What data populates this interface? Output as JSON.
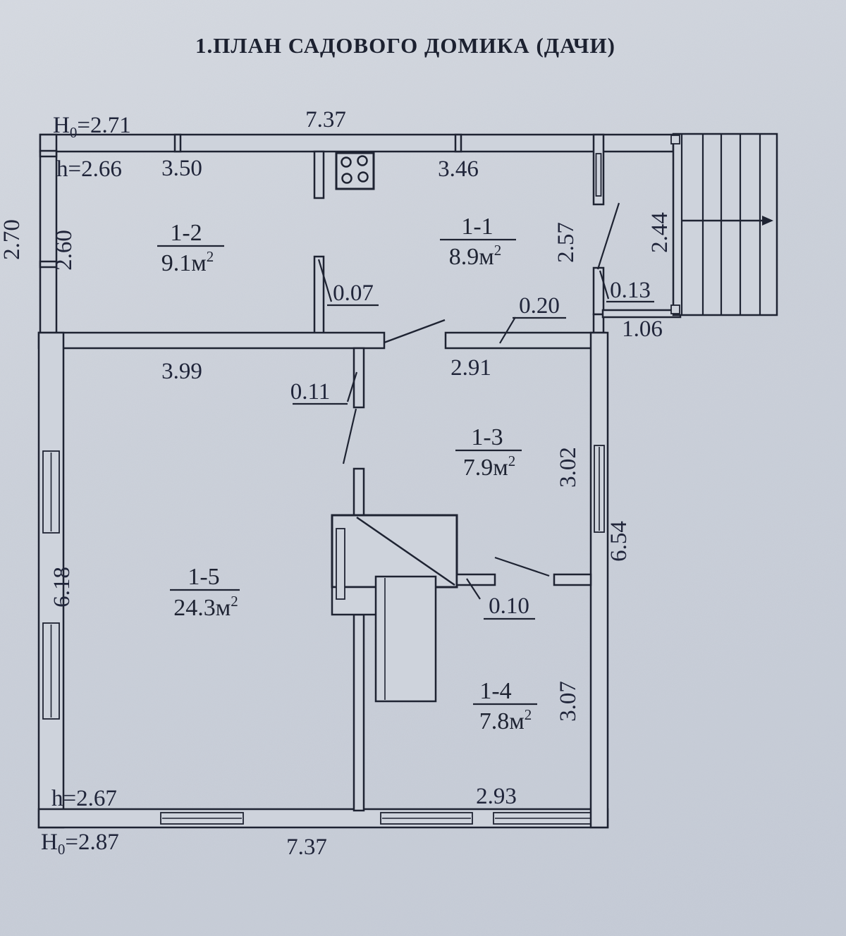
{
  "title": "1.ПЛАН САДОВОГО ДОМИКА (ДАЧИ)",
  "colors": {
    "paper": "#ced3dc",
    "ink": "#1e2332"
  },
  "rooms": {
    "r12": {
      "name": "1-2",
      "area": "9.1м",
      "sup": "2"
    },
    "r11": {
      "name": "1-1",
      "area": "8.9м",
      "sup": "2"
    },
    "r13": {
      "name": "1-3",
      "area": "7.9м",
      "sup": "2"
    },
    "r15": {
      "name": "1-5",
      "area": "24.3м",
      "sup": "2"
    },
    "r14": {
      "name": "1-4",
      "area": "7.8м",
      "sup": "2"
    }
  },
  "dims": {
    "top_width": "7.37",
    "h0_top_base": "H",
    "h0_top_sub": "0",
    "h0_top_val": "=2.71",
    "h_top": "h=2.66",
    "w_room12": "3.50",
    "w_room11": "3.46",
    "left_outer": "2.70",
    "left_inner": "2.60",
    "room11_depth": "2.57",
    "stair_len": "2.44",
    "wall_007": "0.07",
    "wall_020": "0.20",
    "wall_013": "0.13",
    "wall_011": "0.11",
    "wall_010": "0.10",
    "porch_width": "1.06",
    "w_room15": "3.99",
    "w_room13": "2.91",
    "room13_depth": "3.02",
    "east_total": "6.54",
    "west_total": "6.18",
    "room14_depth": "3.07",
    "h_bottom": "h=2.67",
    "w_room14": "2.93",
    "h0_bottom_base": "H",
    "h0_bottom_sub": "0",
    "h0_bottom_val": "=2.87",
    "bottom_width": "7.37"
  }
}
